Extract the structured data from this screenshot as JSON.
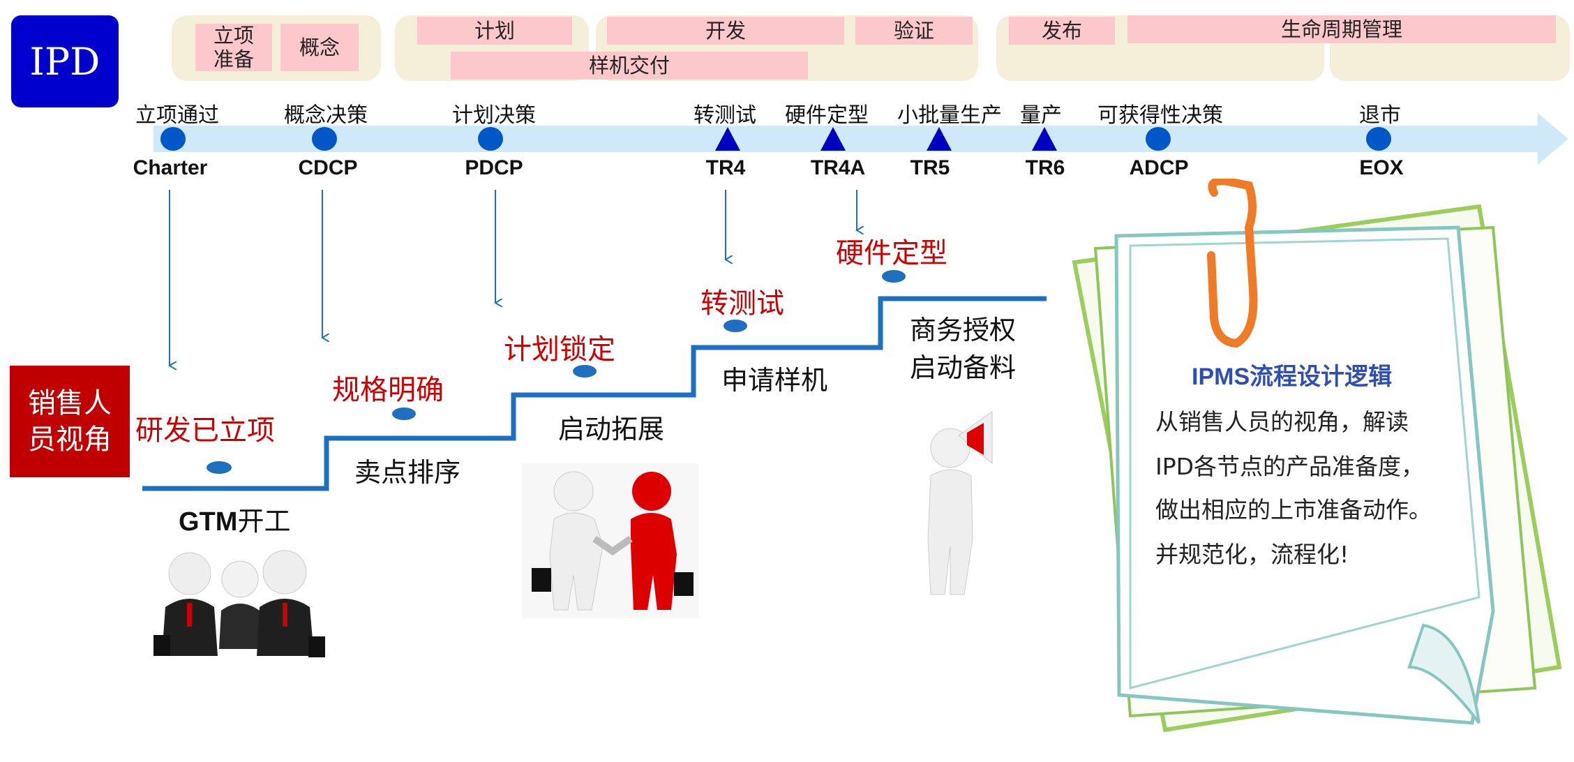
{
  "logo": "IPD",
  "phases": {
    "lixiang_prep": "立项\n准备",
    "concept": "概念",
    "plan": "计划",
    "develop": "开发",
    "verify": "验证",
    "sample": "样机交付",
    "release": "发布",
    "lifecycle": "生命周期管理"
  },
  "milestones": [
    {
      "label": "立项通过",
      "code": "Charter",
      "marker": "circle"
    },
    {
      "label": "概念决策",
      "code": "CDCP",
      "marker": "circle"
    },
    {
      "label": "计划决策",
      "code": "PDCP",
      "marker": "circle"
    },
    {
      "label": "转测试",
      "code": "TR4",
      "marker": "triangle"
    },
    {
      "label": "硬件定型",
      "code": "TR4A",
      "marker": "triangle"
    },
    {
      "label": "小批量生产",
      "code": "TR5",
      "marker": "triangle"
    },
    {
      "label": "量产",
      "code": "TR6",
      "marker": "triangle"
    },
    {
      "label": "可获得性决策",
      "code": "ADCP",
      "marker": "circle"
    },
    {
      "label": "退市",
      "code": "EOX",
      "marker": "circle"
    }
  ],
  "sales_view": "销售人\n员视角",
  "steps": [
    {
      "red": "研发已立项",
      "black": "GTM开工",
      "black_prefix": "GTM",
      "black_suffix": "开工"
    },
    {
      "red": "规格明确",
      "black": "卖点排序"
    },
    {
      "red": "计划锁定",
      "black": "启动拓展"
    },
    {
      "red": "转测试",
      "black": "申请样机"
    },
    {
      "red": "硬件定型",
      "black": "商务授权\n启动备料"
    }
  ],
  "note": {
    "title": "IPMS流程设计逻辑",
    "lines": [
      "从销售人员的视角，解读",
      "IPD各节点的产品准备度，",
      "做出相应的上市准备动作。",
      "并规范化，流程化!"
    ]
  },
  "colors": {
    "logo_bg": "#0000cc",
    "timeline": "#cfe9f9",
    "marker": "#0057c8",
    "step_line": "#1e6fbf",
    "red": "#cc0000",
    "phase_pink": "#fcc8cc"
  }
}
